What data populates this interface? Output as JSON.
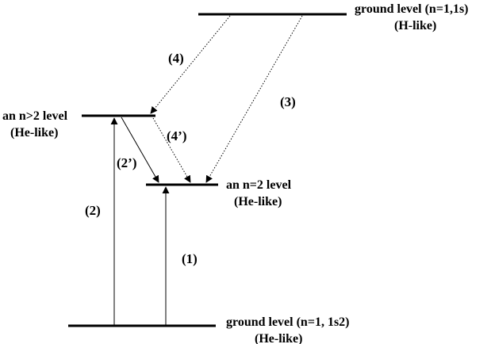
{
  "levels": {
    "h_ground": {
      "name": "ground level (n=1,1s)",
      "sub": "(H-like)"
    },
    "he_n_gt2": {
      "name": "an n>2 level",
      "sub": "(He-like)"
    },
    "he_n2": {
      "name": "an n=2 level",
      "sub": "(He-like)"
    },
    "he_ground": {
      "name": "ground level (n=1, 1s2)",
      "sub": "(He-like)"
    }
  },
  "transitions": {
    "t1": "(1)",
    "t2": "(2)",
    "t2p": "(2’)",
    "t3": "(3)",
    "t4": "(4)",
    "t4p": "(4’)"
  },
  "colors": {
    "line": "#000000",
    "background": "#ffffff"
  }
}
